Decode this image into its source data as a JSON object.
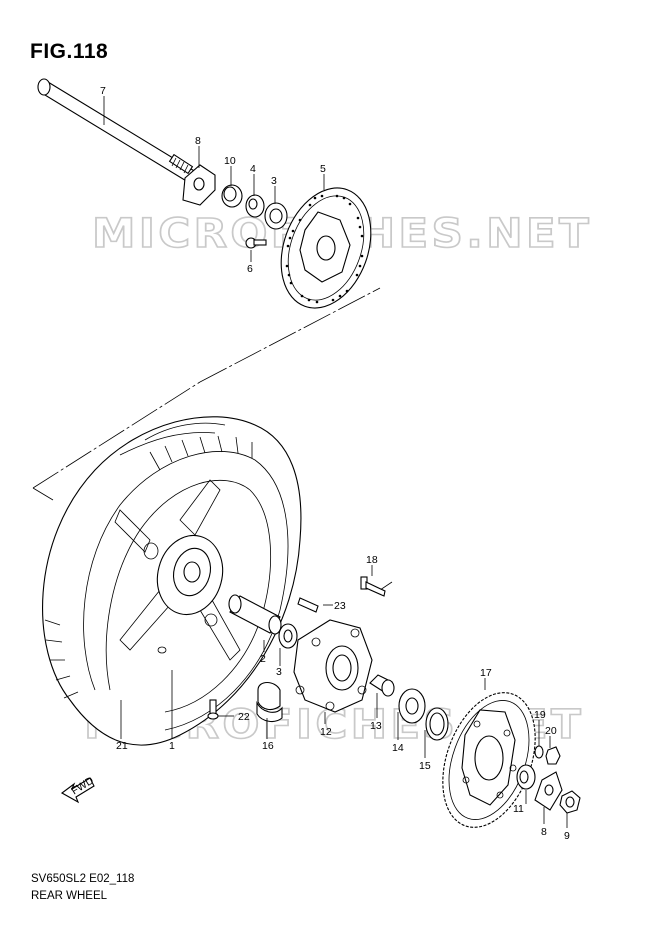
{
  "figure": {
    "title": "FIG.118",
    "code": "SV650SL2 E02_118",
    "subtitle": "REAR WHEEL"
  },
  "watermark": {
    "text": "MICROFICHES.NET",
    "color": "#c9c9c9"
  },
  "fwd_label": "FWD",
  "callouts": [
    "1",
    "2",
    "3",
    "3",
    "4",
    "5",
    "6",
    "7",
    "8",
    "8",
    "9",
    "10",
    "11",
    "12",
    "13",
    "14",
    "15",
    "16",
    "17",
    "18",
    "19",
    "20",
    "21",
    "22",
    "23"
  ],
  "parts": [
    {
      "ref": "1",
      "part": "wheel-rim"
    },
    {
      "ref": "2",
      "part": "spacer"
    },
    {
      "ref": "3",
      "part": "bearing"
    },
    {
      "ref": "4",
      "part": "spacer-small"
    },
    {
      "ref": "5",
      "part": "brake-disc"
    },
    {
      "ref": "6",
      "part": "disc-bolt"
    },
    {
      "ref": "7",
      "part": "axle"
    },
    {
      "ref": "8",
      "part": "chain-adjuster"
    },
    {
      "ref": "9",
      "part": "axle-nut"
    },
    {
      "ref": "10",
      "part": "collar"
    },
    {
      "ref": "11",
      "part": "spacer-right"
    },
    {
      "ref": "12",
      "part": "sprocket-drum"
    },
    {
      "ref": "13",
      "part": "drum-spacer"
    },
    {
      "ref": "14",
      "part": "drum-bearing"
    },
    {
      "ref": "15",
      "part": "oil-seal"
    },
    {
      "ref": "16",
      "part": "damper"
    },
    {
      "ref": "17",
      "part": "sprocket"
    },
    {
      "ref": "18",
      "part": "sprocket-bolt"
    },
    {
      "ref": "19",
      "part": "washer"
    },
    {
      "ref": "20",
      "part": "sprocket-nut"
    },
    {
      "ref": "21",
      "part": "tire"
    },
    {
      "ref": "22",
      "part": "valve"
    },
    {
      "ref": "23",
      "part": "pin"
    }
  ]
}
